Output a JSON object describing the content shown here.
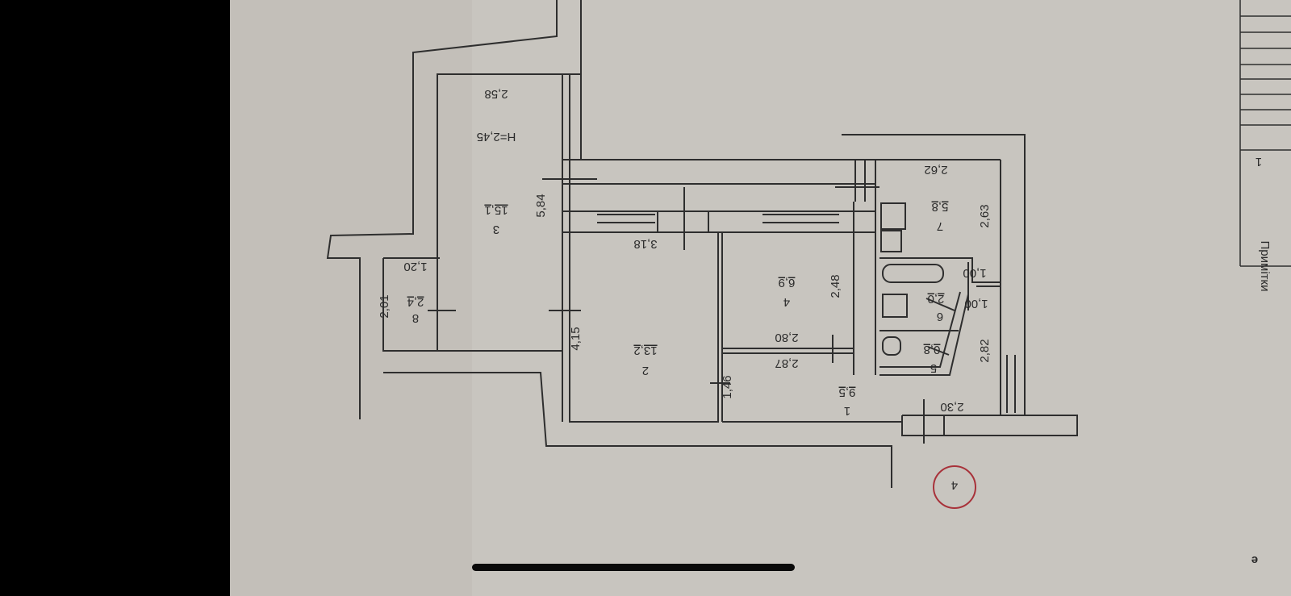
{
  "plan": {
    "apartment_number": "4",
    "ceiling_height": "H=2,45",
    "rooms": [
      {
        "number": "1",
        "area": "9,5"
      },
      {
        "number": "2",
        "area": "13,2"
      },
      {
        "number": "3",
        "area": "15,1"
      },
      {
        "number": "4",
        "area": "6,9"
      },
      {
        "number": "5",
        "area": "0,8"
      },
      {
        "number": "6",
        "area": "2,0"
      },
      {
        "number": "7",
        "area": "5,8"
      },
      {
        "number": "8",
        "area": "2,4"
      }
    ],
    "dimensions": {
      "r3_width": "2,58",
      "r3_length": "5,84",
      "r8_width": "1,20",
      "r8_length": "2,01",
      "r2_width": "3,18",
      "r2_length": "4,15",
      "r4_length": "2,48",
      "r4_width": "2,80",
      "r1_width": "2,87",
      "r1_depth": "1,46",
      "r1_entry": "2,30",
      "r7_width": "2,62",
      "r7_length": "2,63",
      "r6_a": "1,00",
      "r6_b": "1,00",
      "hall_length": "2,82"
    }
  },
  "side_table": {
    "row_number": "1",
    "header": "Примітки",
    "corner": "e"
  },
  "colors": {
    "paper": "#c8c5bf",
    "line": "#2e2e2e",
    "stamp": "#a8323a"
  }
}
